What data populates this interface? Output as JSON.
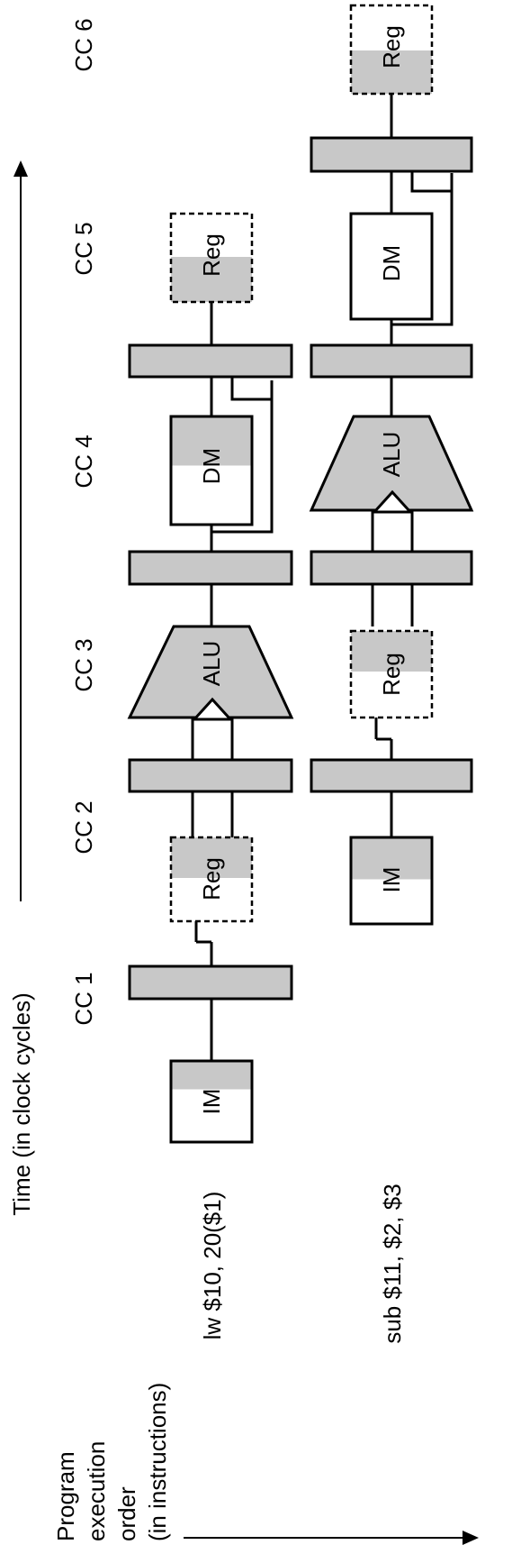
{
  "labels": {
    "time": "Time (in clock cycles)",
    "program_order_line1": "Program",
    "program_order_line2": "execution",
    "program_order_line3": "order",
    "program_order_line4": "(in instructions)"
  },
  "cycles": [
    "CC 1",
    "CC 2",
    "CC 3",
    "CC 4",
    "CC 5",
    "CC 6"
  ],
  "instructions": {
    "lw": {
      "text": "lw $10, 20($1)",
      "im": "IM",
      "reg_read": "Reg",
      "alu": "ALU",
      "dm": "DM",
      "reg_write": "Reg"
    },
    "sub": {
      "text": "sub $11, $2, $3",
      "im": "IM",
      "reg_read": "Reg",
      "alu": "ALU",
      "dm": "DM",
      "reg_write": "Reg"
    }
  },
  "colors": {
    "gray": "#c8c8c8",
    "line": "#000000",
    "white": "#ffffff"
  }
}
